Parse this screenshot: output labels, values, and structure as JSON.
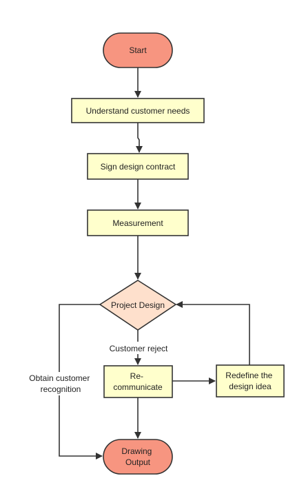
{
  "colors": {
    "terminal_fill": "#f79580",
    "process_fill": "#ffffcc",
    "decision_fill": "#fee0cc",
    "stroke": "#333333"
  },
  "nodes": {
    "start": {
      "label": "Start"
    },
    "understand": {
      "label": "Understand customer needs"
    },
    "contract": {
      "label": "Sign design contract"
    },
    "measurement": {
      "label": "Measurement"
    },
    "project_design": {
      "label": "Project Design"
    },
    "recommunicate": {
      "lines": [
        "Re-",
        "communicate"
      ]
    },
    "redefine": {
      "lines": [
        "Redefine the",
        "design idea"
      ]
    },
    "output": {
      "lines": [
        "Drawing",
        "Output"
      ]
    }
  },
  "edges": {
    "customer_reject": "Customer reject",
    "obtain_recognition": [
      "Obtain customer",
      "recognition"
    ]
  }
}
